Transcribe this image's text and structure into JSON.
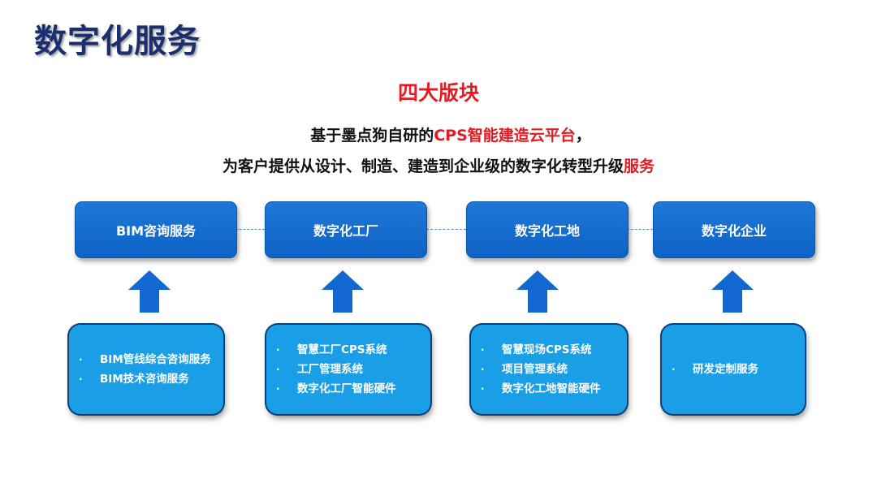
{
  "title": "数字化服务",
  "subtitle": "四大版块",
  "intro": {
    "line1_pre": "基于墨点狗自研的",
    "line1_highlight": "CPS智能建造云平台",
    "line1_post": "，",
    "line2_pre": "为客户提供从设计、制造、建造到企业级的数字化转型升级",
    "line2_highlight": "服务"
  },
  "colors": {
    "title": "#1b2f6e",
    "highlight": "#e51b24",
    "block": "#1068cc",
    "card": "#1a9ee6"
  },
  "blocks": [
    {
      "label": "BIM咨询服务",
      "items": [
        "BIM管线综合咨询服务",
        "BIM技术咨询服务"
      ]
    },
    {
      "label": "数字化工厂",
      "items": [
        "智慧工厂CPS系统",
        "工厂管理系统",
        "数字化工厂智能硬件"
      ]
    },
    {
      "label": "数字化工地",
      "items": [
        "智慧现场CPS系统",
        "项目管理系统",
        "数字化工地智能硬件"
      ]
    },
    {
      "label": "数字化企业",
      "items": [
        "研发定制服务"
      ]
    }
  ],
  "bullet_symbol": "·"
}
